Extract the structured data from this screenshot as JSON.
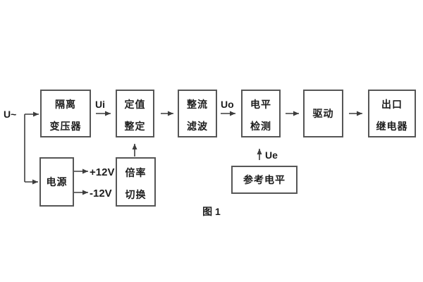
{
  "figure": {
    "caption": "图 1",
    "colors": {
      "background": "#ffffff",
      "line": "#3d3d3d",
      "box_border": "#565656",
      "text": "#1d1d1d"
    }
  },
  "blocks": {
    "isolation_transformer": {
      "line1": "隔离",
      "line2": "变压器"
    },
    "setpoint_adjust": {
      "line1": "定值",
      "line2": "整定"
    },
    "rectify_filter": {
      "line1": "整流",
      "line2": "滤波"
    },
    "level_detect": {
      "line1": "电平",
      "line2": "检测"
    },
    "drive": {
      "line1": "驱动"
    },
    "output_relay": {
      "line1": "出口",
      "line2": "继电器"
    },
    "power_supply": {
      "line1": "电源"
    },
    "ratio_switch": {
      "line1": "倍率",
      "line2": "切换"
    },
    "reference_level": {
      "line1": "参考电平"
    }
  },
  "labels": {
    "input": "U~",
    "ui": "Ui",
    "uo": "Uo",
    "ue": "Ue",
    "rail_pos": "+12V",
    "rail_neg": "-12V"
  }
}
